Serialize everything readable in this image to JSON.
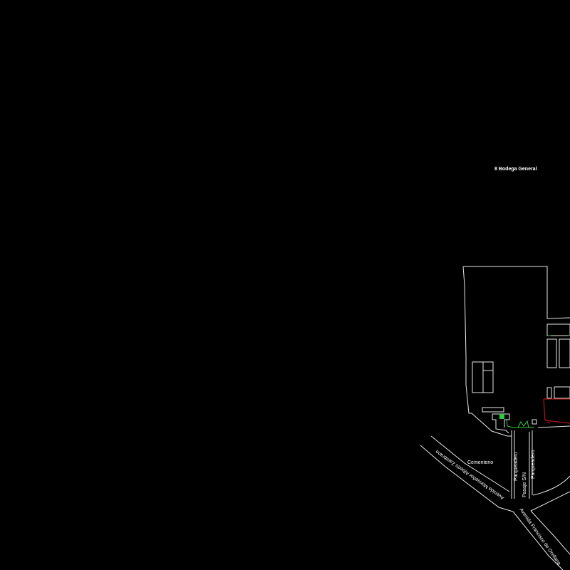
{
  "labels": {
    "building": "8  Bodega General",
    "cemetery": "Cementerio",
    "avenue_1": "Avenida Monseñor Alberto Zambrano",
    "avenue_2": "Avenida Francisco de Orellana",
    "passage": "Pasaje S/N",
    "parking_left": "Parqueadero",
    "parking_right": "Parqueadero"
  },
  "colors": {
    "background": "#000000",
    "lines": "#e8e8e8",
    "green": "#2ecc40",
    "red": "#b01818"
  }
}
